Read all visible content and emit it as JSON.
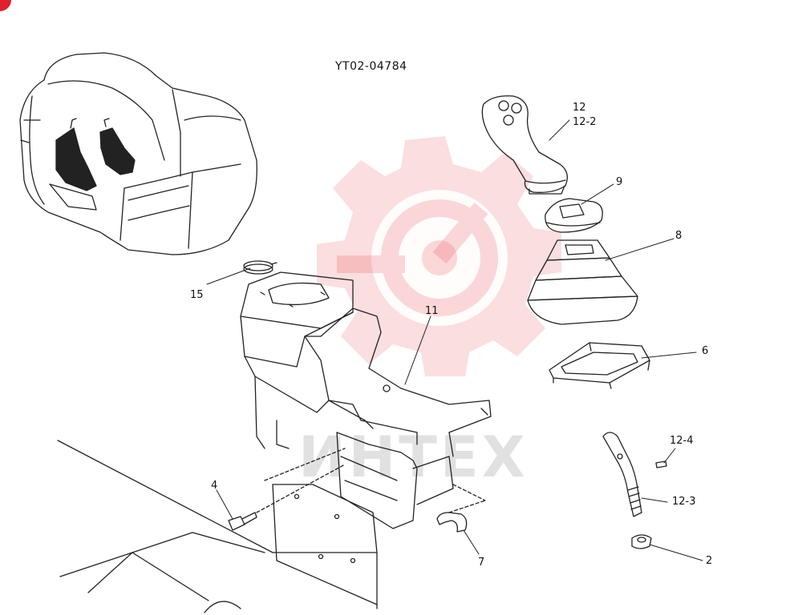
{
  "diagram": {
    "drawing_code": "YT02-04784",
    "part_numbers": [
      {
        "id": "p12",
        "text": "12"
      },
      {
        "id": "p12-2",
        "text": "12-2"
      },
      {
        "id": "p9",
        "text": "9"
      },
      {
        "id": "p8",
        "text": "8"
      },
      {
        "id": "p6",
        "text": "6"
      },
      {
        "id": "p11",
        "text": "11"
      },
      {
        "id": "p15",
        "text": "15"
      },
      {
        "id": "p12-4",
        "text": "12-4"
      },
      {
        "id": "p12-3",
        "text": "12-3"
      },
      {
        "id": "p4",
        "text": "4"
      },
      {
        "id": "p7",
        "text": "7"
      },
      {
        "id": "p2",
        "text": "2"
      }
    ]
  },
  "watermark": {
    "text": "ИНТЕХ",
    "logo": "gear-logo",
    "color": "#e8303a"
  },
  "colors": {
    "line": "#222222",
    "corner_accent": "#e0202e"
  }
}
